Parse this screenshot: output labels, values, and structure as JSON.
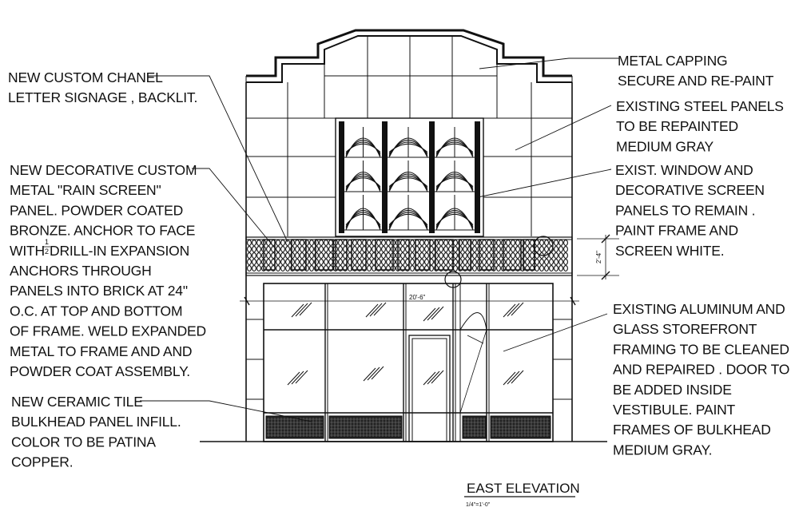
{
  "notes_left": [
    {
      "id": "signage-note",
      "lines": [
        "NEW CUSTOM CHANEL",
        "LETTER SIGNAGE , BACKLIT."
      ]
    },
    {
      "id": "rain-screen-note",
      "lines": [
        "NEW DECORATIVE CUSTOM",
        "METAL \"RAIN SCREEN\"",
        "PANEL.  POWDER COATED",
        "BRONZE. ANCHOR TO FACE",
        "WITH",
        " DRILL-IN EXPANSION",
        "ANCHORS THROUGH",
        "PANELS INTO BRICK AT 24\"",
        "O.C. AT TOP AND BOTTOM",
        "OF FRAME. WELD EXPANDED",
        "METAL TO FRAME AND AND",
        "POWDER COAT ASSEMBLY."
      ]
    },
    {
      "id": "tile-note",
      "lines": [
        "NEW CERAMIC TILE",
        "BULKHEAD PANEL INFILL.",
        "COLOR TO BE PATINA",
        "COPPER."
      ]
    }
  ],
  "fraction": {
    "num": "1",
    "den": "2"
  },
  "notes_right": [
    {
      "id": "capping-note",
      "lines": [
        "METAL CAPPING",
        "SECURE AND RE-PAINT"
      ]
    },
    {
      "id": "steel-panels-note",
      "lines": [
        "EXISTING STEEL  PANELS",
        "TO BE REPAINTED",
        "MEDIUM GRAY"
      ]
    },
    {
      "id": "window-note",
      "lines": [
        "EXIST. WINDOW AND",
        "DECORATIVE SCREEN",
        "PANELS TO REMAIN .",
        "PAINT FRAME AND",
        "SCREEN WHITE."
      ]
    },
    {
      "id": "storefront-note",
      "lines": [
        "EXISTING ALUMINUM AND",
        "GLASS STOREFRONT",
        "FRAMING TO BE CLEANED",
        "AND REPAIRED . DOOR TO",
        "BE ADDED INSIDE",
        "VESTIBULE.  PAINT",
        "FRAMES OF BULKHEAD",
        "MEDIUM GRAY."
      ]
    }
  ],
  "dimensions": {
    "width": "20'-6\"",
    "height": "2'-4\""
  },
  "title": {
    "name": "EAST ELEVATION",
    "scale": "1/4\"=1'-0\""
  }
}
